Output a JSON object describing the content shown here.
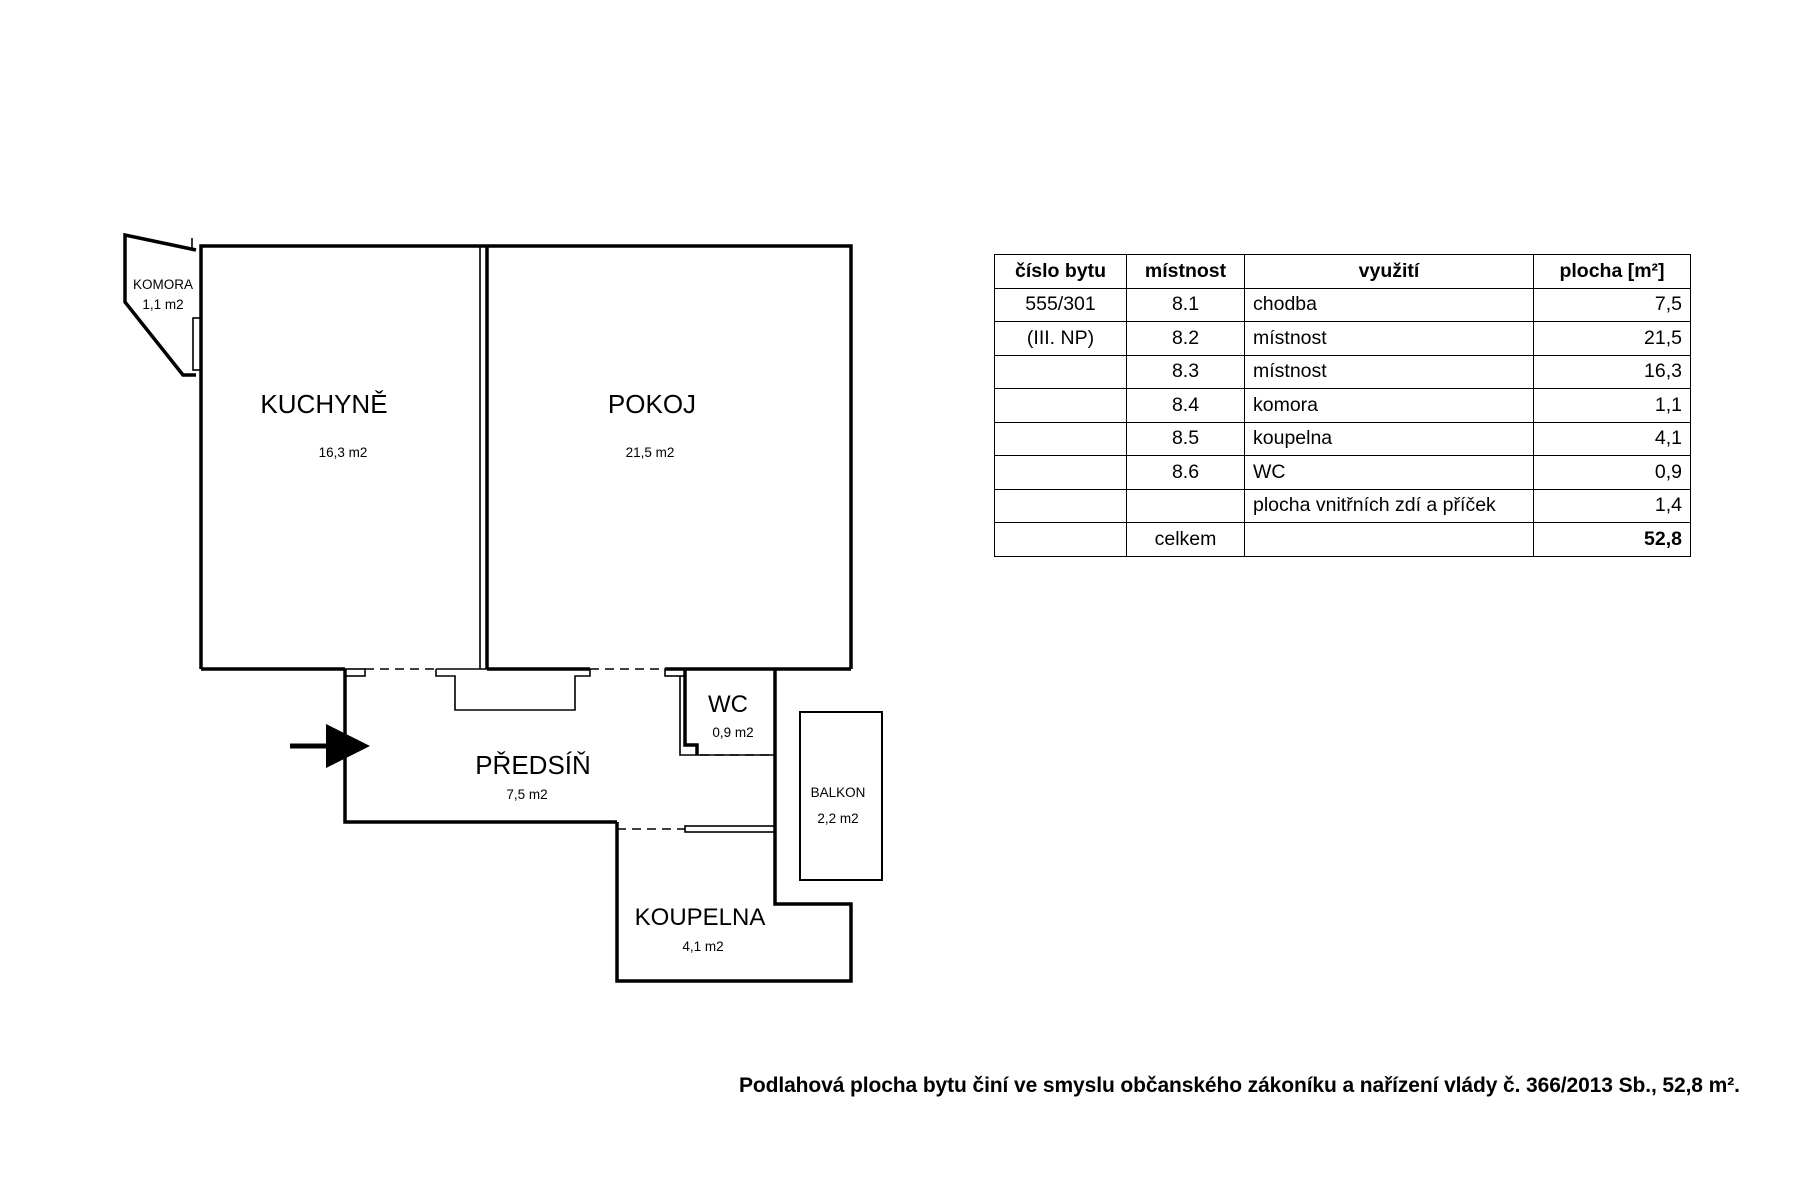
{
  "plan": {
    "rooms": {
      "komora": {
        "name": "KOMORA",
        "area": "1,1 m2"
      },
      "kuchyne": {
        "name": "KUCHYNĚ",
        "area": "16,3 m2"
      },
      "pokoj": {
        "name": "POKOJ",
        "area": "21,5 m2"
      },
      "wc": {
        "name": "WC",
        "area": "0,9 m2"
      },
      "predsin": {
        "name": "PŘEDSÍŇ",
        "area": "7,5 m2"
      },
      "balkon": {
        "name": "BALKON",
        "area": "2,2 m2"
      },
      "koupelna": {
        "name": "KOUPELNA",
        "area": "4,1 m2"
      }
    },
    "entrance_icon": "arrow-right-icon"
  },
  "table": {
    "headers": [
      "číslo bytu",
      "místnost",
      "využití",
      "plocha [m²]"
    ],
    "rows": [
      [
        "555/301",
        "8.1",
        "chodba",
        "7,5"
      ],
      [
        "(III. NP)",
        "8.2",
        "místnost",
        "21,5"
      ],
      [
        "",
        "8.3",
        "místnost",
        "16,3"
      ],
      [
        "",
        "8.4",
        "komora",
        "1,1"
      ],
      [
        "",
        "8.5",
        "koupelna",
        "4,1"
      ],
      [
        "",
        "8.6",
        "WC",
        "0,9"
      ],
      [
        "",
        "",
        "plocha vnitřních zdí a příček",
        "1,4"
      ],
      [
        "",
        "celkem",
        "",
        "52,8"
      ]
    ]
  },
  "footnote": "Podlahová plocha bytu činí ve smyslu občanského zákoníku a nařízení vlády č. 366/2013 Sb., 52,8 m²."
}
